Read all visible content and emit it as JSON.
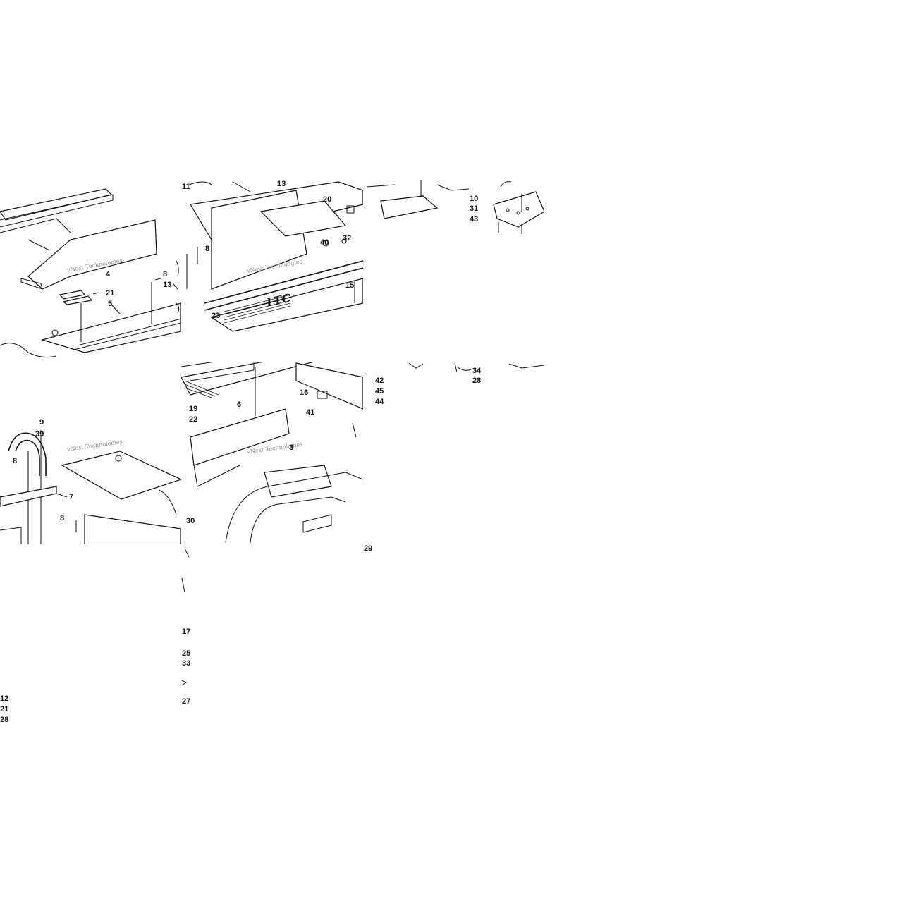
{
  "watermark": "vNext Technologies",
  "logo_text": "LTC",
  "callouts": {
    "c11": "11",
    "c13a": "13",
    "c20": "20",
    "c40": "40",
    "c32": "32",
    "c8a": "8",
    "c8b": "8",
    "c13b": "13",
    "c4": "4",
    "c21": "21",
    "c5": "5",
    "c10": "10",
    "c31": "31",
    "c43": "43",
    "c15": "15",
    "c23": "23",
    "c42": "42",
    "c45": "45",
    "c44": "44",
    "c16": "16",
    "c41": "41",
    "c6": "6",
    "c19": "19",
    "c22": "22",
    "c3": "3",
    "c34": "34",
    "c28a": "28",
    "c9": "9",
    "c39": "39",
    "c8c": "8",
    "c7": "7",
    "c8d": "8",
    "c30": "30",
    "c29": "29",
    "c17": "17",
    "c25": "25",
    "c33": "33",
    "c27": "27",
    "c12": "12",
    "c21b": "21",
    "c28b": "28"
  }
}
